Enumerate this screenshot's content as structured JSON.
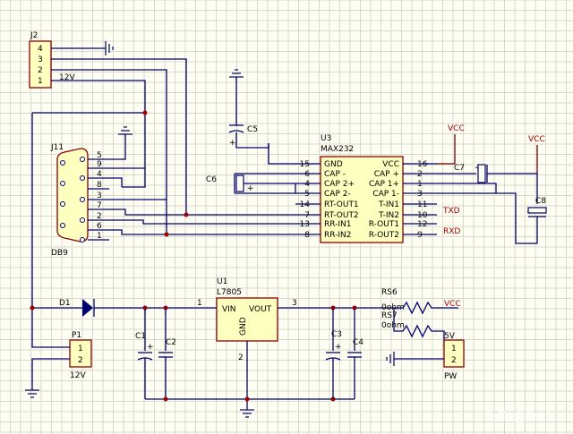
{
  "components": {
    "j2": {
      "ref": "J2",
      "pins": [
        "4",
        "3",
        "2",
        "1"
      ],
      "label_12v": "12V"
    },
    "j11": {
      "ref": "J11",
      "name": "DB9",
      "pins": [
        "5",
        "9",
        "4",
        "8",
        "3",
        "7",
        "2",
        "6",
        "1"
      ]
    },
    "u3": {
      "ref": "U3",
      "name": "MAX232",
      "left_pins": [
        {
          "num": "15",
          "name": "GND"
        },
        {
          "num": "6",
          "name": "CAP -"
        },
        {
          "num": "4",
          "name": "CAP 2+"
        },
        {
          "num": "5",
          "name": "CAP 2-"
        },
        {
          "num": "14",
          "name": "RT-OUT1"
        },
        {
          "num": "7",
          "name": "RT-OUT2"
        },
        {
          "num": "13",
          "name": "RR-IN1"
        },
        {
          "num": "8",
          "name": "RR-IN2"
        }
      ],
      "right_pins": [
        {
          "num": "16",
          "name": "VCC"
        },
        {
          "num": "2",
          "name": "CAP +"
        },
        {
          "num": "1",
          "name": "CAP 1+"
        },
        {
          "num": "3",
          "name": "CAP 1-"
        },
        {
          "num": "11",
          "name": "T-IN1"
        },
        {
          "num": "10",
          "name": "T-IN2"
        },
        {
          "num": "12",
          "name": "R-OUT1"
        },
        {
          "num": "9",
          "name": "R-OUT2"
        }
      ]
    },
    "u1": {
      "ref": "U1",
      "name": "L7805",
      "vin": "VIN",
      "vout": "VOUT",
      "gnd": "GND",
      "pin1": "1",
      "pin2": "2",
      "pin3": "3"
    },
    "p1": {
      "ref": "P1",
      "pins": [
        "1",
        "2"
      ],
      "label": "12V"
    },
    "pw": {
      "pins": [
        "1",
        "2"
      ],
      "label": "PW"
    },
    "d1": "D1",
    "c1": "C1",
    "c2": "C2",
    "c3": "C3",
    "c4": "C4",
    "c5": "C5",
    "c6": "C6",
    "c7": "C7",
    "c8": "C8",
    "rs6": {
      "ref": "RS6",
      "value": "0ohm"
    },
    "rs7": {
      "ref": "RS7",
      "value": "0ohm"
    },
    "plus": "+"
  },
  "nets": {
    "vcc": "VCC",
    "txd": "TXD",
    "rxd": "RXD",
    "v5": "5V"
  },
  "watermark": "头条 @fire1"
}
